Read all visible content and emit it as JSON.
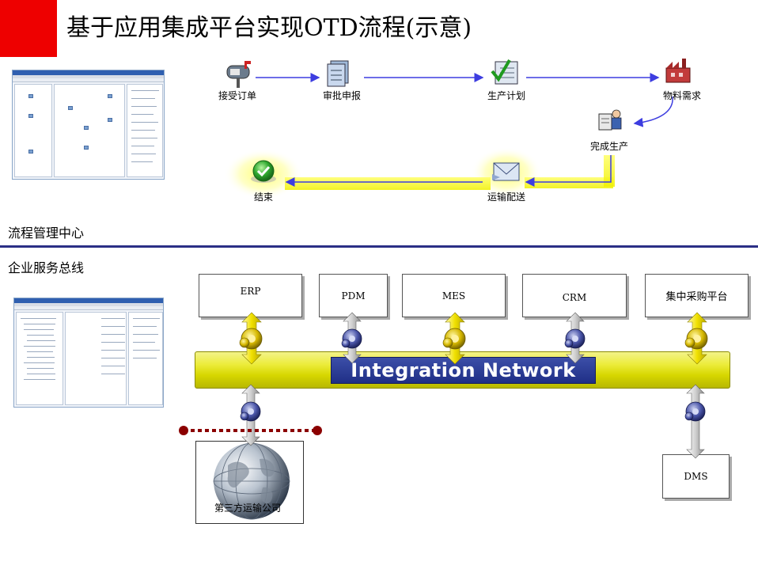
{
  "title": "基于应用集成平台实现OTD流程(示意)",
  "sections": {
    "process_center": "流程管理中心",
    "service_bus": "企业服务总线"
  },
  "flow_steps": [
    {
      "id": "receive-order",
      "label": "接受订单",
      "icon": "mailbox-icon"
    },
    {
      "id": "approve-report",
      "label": "审批申报",
      "icon": "documents-icon"
    },
    {
      "id": "production-plan",
      "label": "生产计划",
      "icon": "checklist-icon"
    },
    {
      "id": "material-demand",
      "label": "物料需求",
      "icon": "factory-icon"
    },
    {
      "id": "complete-production",
      "label": "完成生产",
      "icon": "worker-clipboard-icon"
    },
    {
      "id": "transport-delivery",
      "label": "运输配送",
      "icon": "envelope-icon"
    },
    {
      "id": "end",
      "label": "结束",
      "icon": "green-check-icon"
    }
  ],
  "systems": {
    "erp": "ERP",
    "pdm": "PDM",
    "mes": "MES",
    "crm": "CRM",
    "procurement": "集中采购平台",
    "dms": "DMS",
    "third_party": "第三方运输公司"
  },
  "bus": {
    "label": "Integration Network"
  },
  "colors": {
    "accent_red": "#ee0000",
    "divider_blue": "#2b2f86",
    "bus_yellow": "#ecec3a",
    "bus_label_blue": "#1f2e86",
    "flow_arrow": "#3d3de0",
    "dotted_line": "#8b0000"
  }
}
